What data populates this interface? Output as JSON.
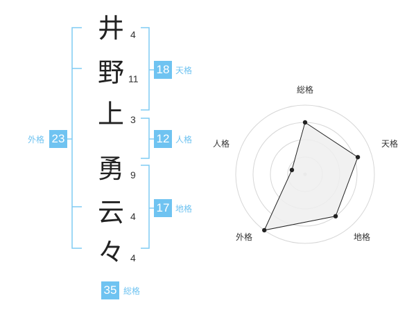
{
  "name": {
    "chars": [
      {
        "char": "井",
        "strokes": "4"
      },
      {
        "char": "野",
        "strokes": "11"
      },
      {
        "char": "上",
        "strokes": "3"
      },
      {
        "char": "勇",
        "strokes": "9"
      },
      {
        "char": "云",
        "strokes": "4"
      },
      {
        "char": "々",
        "strokes": "4"
      }
    ]
  },
  "fortune": {
    "tenkaku": {
      "value": "18",
      "label": "天格"
    },
    "jinkaku": {
      "value": "12",
      "label": "人格"
    },
    "chikaku": {
      "value": "17",
      "label": "地格"
    },
    "gaikaku": {
      "value": "23",
      "label": "外格"
    },
    "soukaku": {
      "value": "35",
      "label": "総格"
    }
  },
  "colors": {
    "accent": "#6fc3f1",
    "radar_fill": "#eeeeee",
    "ring": "#d6d6d6"
  },
  "chart_data": {
    "type": "radar",
    "axes": [
      "総格",
      "天格",
      "地格",
      "外格",
      "人格"
    ],
    "values": [
      0.75,
      0.8,
      0.75,
      1.0,
      0.2
    ],
    "scale_max": 1.0,
    "rings": 4
  }
}
